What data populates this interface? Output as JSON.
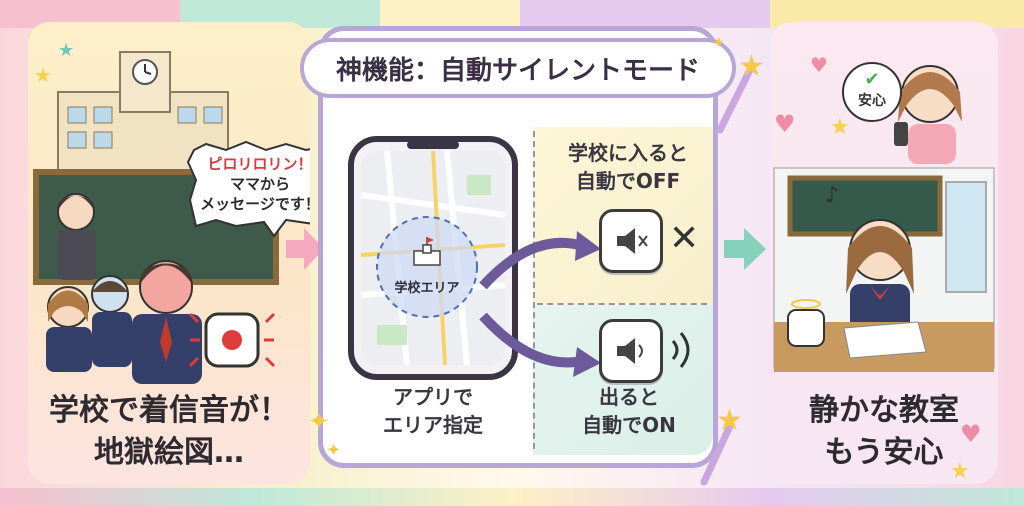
{
  "title": "神機能：自動サイレントモード",
  "left_panel": {
    "speech": [
      "ピロリロリン！",
      "ママから",
      "メッセージです！"
    ],
    "caption": [
      "学校で着信音が！",
      "地獄絵図…"
    ]
  },
  "middle_panel": {
    "area_label": "学校エリア",
    "app_caption": [
      "アプリで",
      "エリア指定"
    ],
    "enter_caption": [
      "学校に入ると",
      "自動でOFF"
    ],
    "exit_caption": [
      "出ると",
      "自動でON"
    ],
    "cross_mark": "✕"
  },
  "right_panel": {
    "bubble": "安心",
    "caption": [
      "静かな教室",
      "もう安心"
    ]
  },
  "colors": {
    "frame": "#b7a6d6",
    "mute_zone": "#f7f1cf",
    "unmute_zone": "#e1f2ec",
    "area_circle": "#9bb4e6",
    "alert_red": "#e03a3a"
  }
}
